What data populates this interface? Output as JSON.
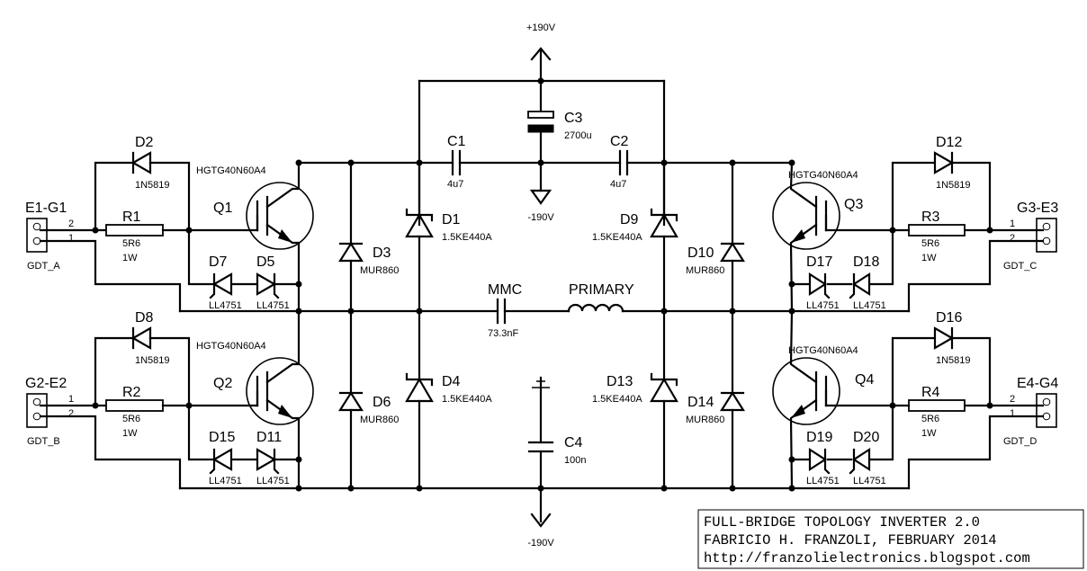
{
  "rails": {
    "plus": "+190V",
    "minus_top": "-190V",
    "minus_bottom": "-190V"
  },
  "connectors": [
    {
      "ref": "E1-G1",
      "name": "GDT_A",
      "pin_top": "2",
      "pin_bottom": "1"
    },
    {
      "ref": "G2-E2",
      "name": "GDT_B",
      "pin_top": "1",
      "pin_bottom": "2"
    },
    {
      "ref": "G3-E3",
      "name": "GDT_C",
      "pin_top": "1",
      "pin_bottom": "2"
    },
    {
      "ref": "E4-G4",
      "name": "GDT_D",
      "pin_top": "2",
      "pin_bottom": "1"
    }
  ],
  "transistors": [
    {
      "ref": "Q1",
      "value": "HGTG40N60A4"
    },
    {
      "ref": "Q2",
      "value": "HGTG40N60A4"
    },
    {
      "ref": "Q3",
      "value": "HGTG40N60A4"
    },
    {
      "ref": "Q4",
      "value": "HGTG40N60A4"
    }
  ],
  "resistors": [
    {
      "ref": "R1",
      "value": "5R6",
      "power": "1W"
    },
    {
      "ref": "R2",
      "value": "5R6",
      "power": "1W"
    },
    {
      "ref": "R3",
      "value": "5R6",
      "power": "1W"
    },
    {
      "ref": "R4",
      "value": "5R6",
      "power": "1W"
    }
  ],
  "gate_diodes": [
    {
      "ref": "D2",
      "value": "1N5819"
    },
    {
      "ref": "D8",
      "value": "1N5819"
    },
    {
      "ref": "D12",
      "value": "1N5819"
    },
    {
      "ref": "D16",
      "value": "1N5819"
    }
  ],
  "zeners": [
    {
      "ref": "D7",
      "value": "LL4751"
    },
    {
      "ref": "D5",
      "value": "LL4751"
    },
    {
      "ref": "D15",
      "value": "LL4751"
    },
    {
      "ref": "D11",
      "value": "LL4751"
    },
    {
      "ref": "D17",
      "value": "LL4751"
    },
    {
      "ref": "D18",
      "value": "LL4751"
    },
    {
      "ref": "D19",
      "value": "LL4751"
    },
    {
      "ref": "D20",
      "value": "LL4751"
    }
  ],
  "freewheel_diodes": [
    {
      "ref": "D3",
      "value": "MUR860"
    },
    {
      "ref": "D6",
      "value": "MUR860"
    },
    {
      "ref": "D10",
      "value": "MUR860"
    },
    {
      "ref": "D14",
      "value": "MUR860"
    }
  ],
  "tvs": [
    {
      "ref": "D1",
      "value": "1.5KE440A"
    },
    {
      "ref": "D4",
      "value": "1.5KE440A"
    },
    {
      "ref": "D9",
      "value": "1.5KE440A"
    },
    {
      "ref": "D13",
      "value": "1.5KE440A"
    }
  ],
  "capacitors": [
    {
      "ref": "C1",
      "value": "4u7"
    },
    {
      "ref": "C2",
      "value": "4u7"
    },
    {
      "ref": "C3",
      "value": "2700u"
    },
    {
      "ref": "C4",
      "value": "100n"
    },
    {
      "ref": "MMC",
      "value": "73.3nF"
    }
  ],
  "transformer": {
    "label": "PRIMARY"
  },
  "title_block": {
    "line1": "FULL-BRIDGE TOPOLOGY INVERTER 2.0",
    "line2": "FABRICIO H. FRANZOLI, FEBRUARY 2014",
    "line3": "http://franzolielectronics.blogspot.com"
  }
}
